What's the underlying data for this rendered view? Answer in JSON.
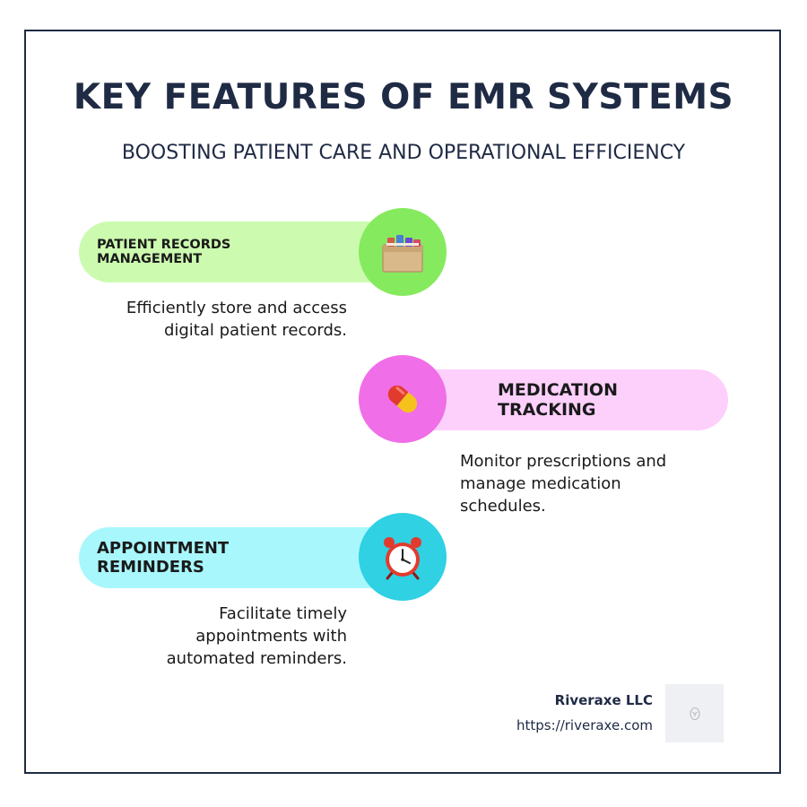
{
  "header": {
    "title": "KEY FEATURES OF EMR SYSTEMS",
    "subtitle": "BOOSTING PATIENT CARE AND OPERATIONAL EFFICIENCY"
  },
  "features": [
    {
      "label": "PATIENT RECORDS MANAGEMENT",
      "description_lines": [
        "Efficiently store and access",
        "digital patient records."
      ],
      "icon": "file-box-icon",
      "pill_color": "#ccfbb0",
      "circle_color": "#86ea5f"
    },
    {
      "label": "MEDICATION TRACKING",
      "description_lines": [
        "Monitor prescriptions and",
        "manage medication",
        "schedules."
      ],
      "icon": "pill-capsule-icon",
      "pill_color": "#fdd0fb",
      "circle_color": "#f06ee8"
    },
    {
      "label": "APPOINTMENT REMINDERS",
      "description_lines": [
        "Facilitate timely",
        "appointments with",
        "automated reminders."
      ],
      "icon": "alarm-clock-icon",
      "pill_color": "#a8f7fc",
      "circle_color": "#2fd1e3"
    }
  ],
  "footer": {
    "company": "Riveraxe LLC",
    "url": "https://riveraxe.com"
  },
  "colors": {
    "text_dark": "#1f2a44",
    "frame_border": "#1f2a44"
  }
}
